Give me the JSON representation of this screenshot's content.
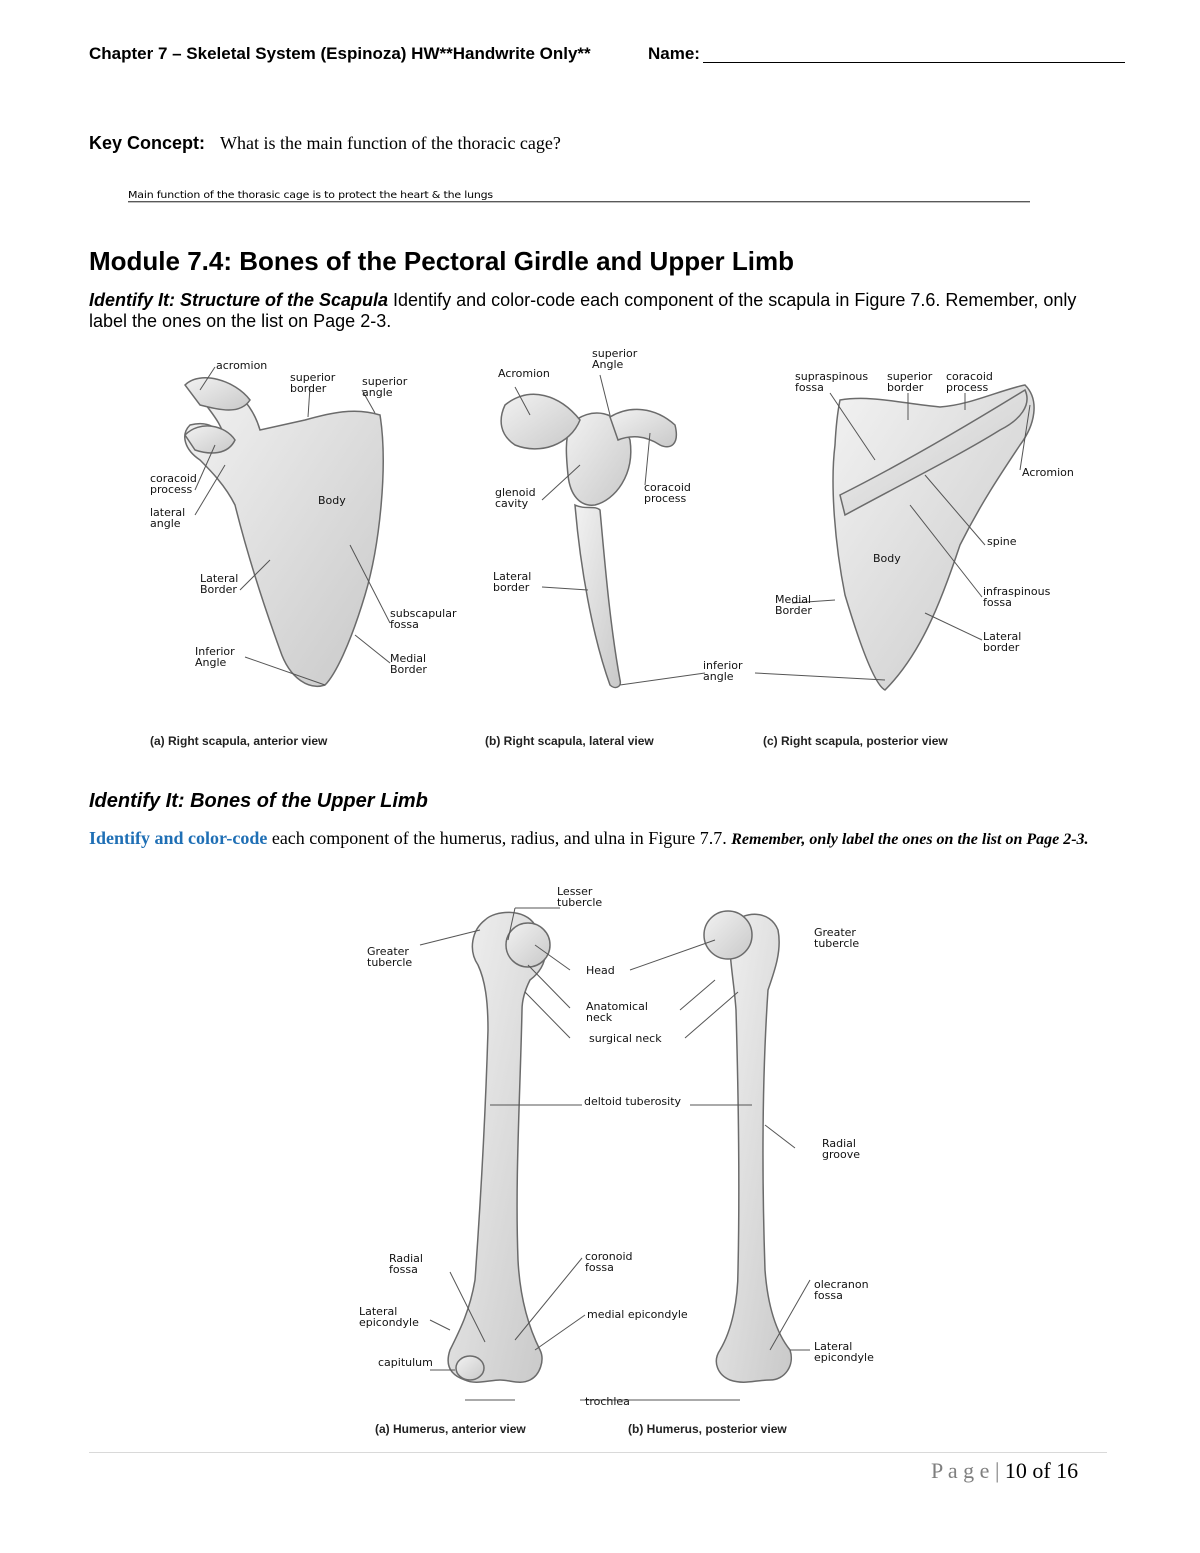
{
  "header": {
    "title": "Chapter 7 – Skeletal System (Espinoza) HW**Handwrite Only**",
    "name_label": "Name:"
  },
  "key_concept": {
    "label": "Key Concept:",
    "question": "What is the main function of the thoracic cage?",
    "answer": "Main function of the thorasic cage is to protect the heart & the lungs"
  },
  "module_title": "Module 7.4: Bones of the Pectoral Girdle and Upper Limb",
  "scapula_section": {
    "heading": "Identify It: Structure of the Scapula",
    "instructions": " Identify and color-code each component of the scapula in Figure 7.6. Remember, only label the ones on the list on Page 2-3.",
    "labels": {
      "a_acromion": "acromion",
      "a_superior_border": "superior\nborder",
      "a_superior_angle": "superior\nangle",
      "a_coracoid": "coracoid\nprocess",
      "a_lateral_angle": "lateral\nangle",
      "a_body": "Body",
      "a_lateral_border": "Lateral\nBorder",
      "a_subscapular": "subscapular\nfossa",
      "a_inferior_angle": "Inferior\nAngle",
      "a_medial_border": "Medial\nBorder",
      "b_acromion": "Acromion",
      "b_superior_angle": "superior\nAngle",
      "b_glenoid": "glenoid\ncavity",
      "b_coracoid": "coracoid\nprocess",
      "b_lateral_border": "Lateral\nborder",
      "b_inferior_angle": "inferior\nangle",
      "c_supraspinous": "supraspinous\nfossa",
      "c_superior_border": "superior\nborder",
      "c_coracoid": "coracoid\nprocess",
      "c_acromion": "Acromion",
      "c_spine": "spine",
      "c_body": "Body",
      "c_medial_border": "Medial\nBorder",
      "c_infraspinous": "infraspinous\nfossa",
      "c_lateral_border": "Lateral\nborder"
    },
    "captions": [
      "(a) Right scapula, anterior view",
      "(b) Right scapula, lateral view",
      "(c) Right scapula, posterior view"
    ]
  },
  "upper_limb_section": {
    "heading": "Identify It: Bones of the Upper Limb",
    "intro_blue": "Identify and color-code",
    "intro_rest": " each component of the humerus, radius, and ulna in Figure 7.7. ",
    "intro_bold": "Remember, only label the ones on the list on Page 2-3.",
    "labels": {
      "lesser_tubercle": "Lesser\ntubercle",
      "greater_tubercle_left": "Greater\ntubercle",
      "greater_tubercle_right": "Greater\ntubercle",
      "head": "Head",
      "anatomical_neck": "Anatomical\nneck",
      "surgical_neck": "surgical neck",
      "deltoid_tuberosity": "deltoid tuberosity",
      "radial_groove": "Radial\ngroove",
      "radial_fossa": "Radial\nfossa",
      "coronoid_fossa": "coronoid\nfossa",
      "lateral_epicondyle_left": "Lateral\nepicondyle",
      "medial_epicondyle": "medial epicondyle",
      "olecranon_fossa": "olecranon\nfossa",
      "lateral_epicondyle_right": "Lateral\nepicondyle",
      "capitulum": "capitulum",
      "trochlea": "trochlea"
    },
    "captions": [
      "(a) Humerus, anterior view",
      "(b) Humerus, posterior view"
    ]
  },
  "footer": {
    "page_label": "P a g e |",
    "page_number": " 10 of 16"
  }
}
